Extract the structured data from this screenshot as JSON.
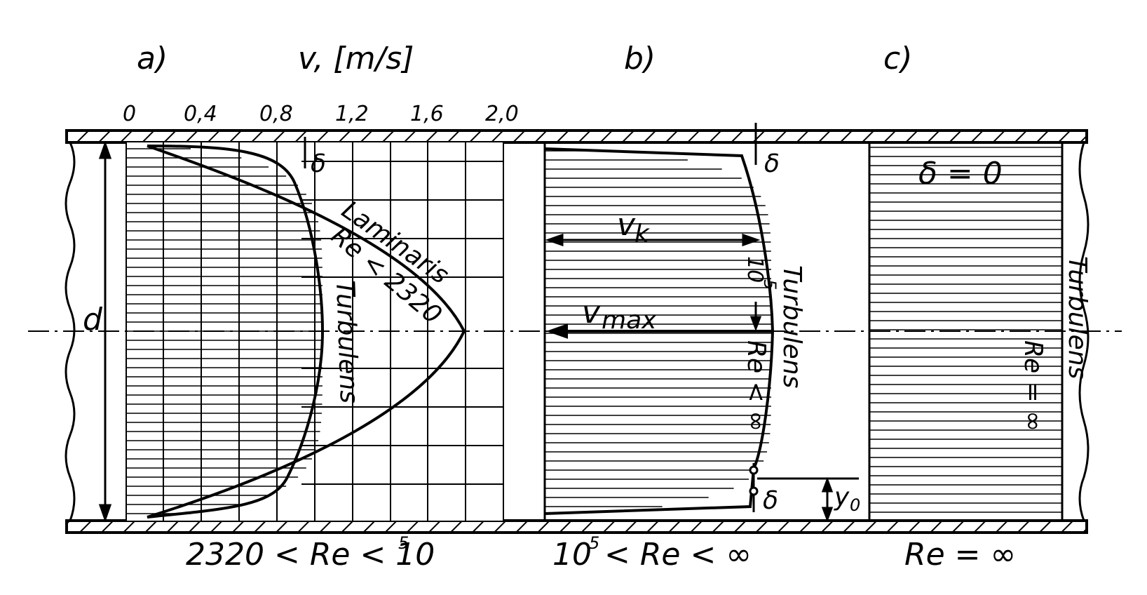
{
  "panels": {
    "a": {
      "letter": "a)",
      "ylabel": "v, [m/s]",
      "re_label": "2320 < Re < 10",
      "re_exp": "5"
    },
    "b": {
      "letter": "b)",
      "re_base": "10",
      "re_exp": "5",
      "re_rest": "< Re < ∞"
    },
    "c": {
      "letter": "c)",
      "re_label": "Re = ∞"
    }
  },
  "axis": {
    "ticks": [
      "0",
      "0,4",
      "0,8",
      "1,2",
      "1,6",
      "2,0"
    ]
  },
  "curves": {
    "laminar_name": "Laminaris",
    "laminar_cond": "Re < 2320",
    "turbulent": "Turbulens"
  },
  "symbols": {
    "delta": "δ",
    "delta_zero": "δ = 0",
    "d": "d",
    "vk": "v",
    "vk_sub": "k",
    "vmax": "v",
    "vmax_sub": "max",
    "y0": "y",
    "y0_sub": "0",
    "b_vertical_base": "10",
    "b_vertical_exp": "5",
    "re_inf_vertical": "Re < ∞",
    "c_vertical_re": "Re = ∞"
  }
}
